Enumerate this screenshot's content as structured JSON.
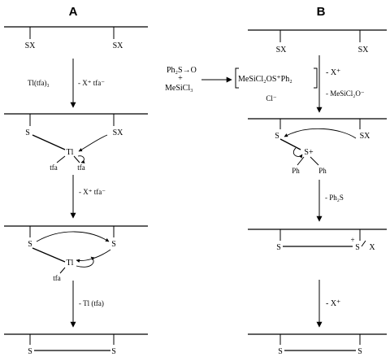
{
  "columns": {
    "left": "A",
    "right": "B"
  },
  "atoms": {
    "sx": "SX",
    "s": "S",
    "x": "X",
    "tl": "Tl",
    "tfa": "tfa",
    "s_plus": "S+",
    "ph": "Ph",
    "plus": "+"
  },
  "steps": {
    "a1_reagent": "Tl(tfa)₃",
    "a1_byproduct": "- X⁺ tfa⁻",
    "a2_byproduct": "- X⁺ tfa⁻",
    "a3_byproduct": "- Tl (tfa)",
    "b_reagent_1": "Ph₂S→O",
    "b_reagent_plus": "+",
    "b_reagent_2": "MeSiCl₃",
    "b_intermediate": "MeSiCl₂OS⁺Ph₂",
    "b_counterion": "Cl⁻",
    "b1_x": "- X⁺",
    "b1_byproduct": "- MeSiCl₂O⁻",
    "b2_byproduct": "- Ph₂S",
    "b3_x": "- X⁺"
  }
}
